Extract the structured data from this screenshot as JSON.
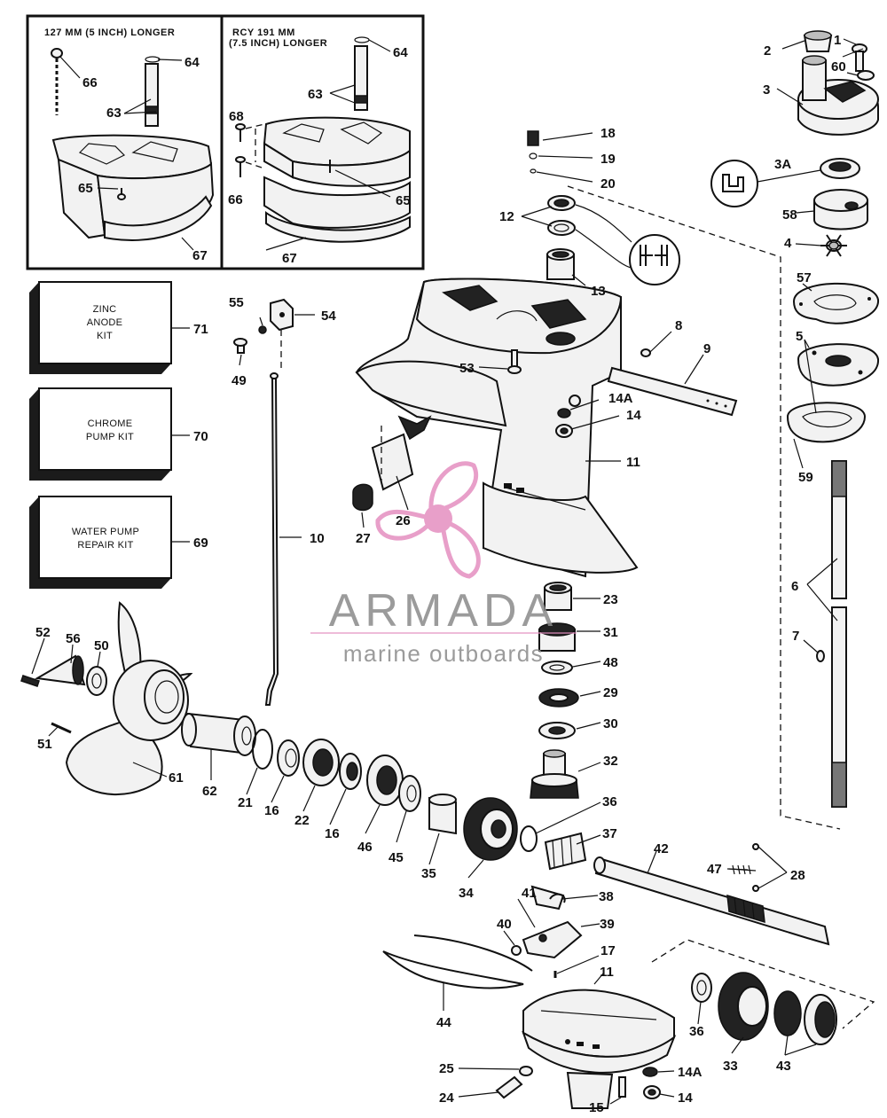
{
  "inset_left": {
    "header": "127 MM (5 INCH) LONGER"
  },
  "inset_right": {
    "header_line1": "RCY 191 MM",
    "header_line2": "(7.5 INCH) LONGER"
  },
  "kits": [
    {
      "line1": "ZINC",
      "line2": "ANODE",
      "line3": "KIT",
      "number": "71"
    },
    {
      "line1": "CHROME",
      "line2": "PUMP KIT",
      "number": "70"
    },
    {
      "line1": "WATER PUMP",
      "line2": "REPAIR KIT",
      "number": "69"
    }
  ],
  "watermark": {
    "brand": "ARMADA",
    "tagline": "marine outboards",
    "brand_color": "#e48fc0"
  },
  "callouts": {
    "c66a": "66",
    "c64a": "64",
    "c63a": "63",
    "c65a": "65",
    "c67a": "67",
    "c64b": "64",
    "c63b": "63",
    "c68": "68",
    "c66b": "66",
    "c65b": "65",
    "c67b": "67",
    "c1": "1",
    "c2": "2",
    "c60": "60",
    "c3": "3",
    "c3A": "3A",
    "c58": "58",
    "c4": "4",
    "c57": "57",
    "c5": "5",
    "c59": "59",
    "c6": "6",
    "c7": "7",
    "c18": "18",
    "c19": "19",
    "c20": "20",
    "c12": "12",
    "c13": "13",
    "c8": "8",
    "c9": "9",
    "c53": "53",
    "c14A": "14A",
    "c14": "14",
    "c11": "11",
    "c55": "55",
    "c54": "54",
    "c49": "49",
    "c10": "10",
    "c26": "26",
    "c27": "27",
    "c23": "23",
    "c31": "31",
    "c48": "48",
    "c29": "29",
    "c30": "30",
    "c32": "32",
    "c52": "52",
    "c56": "56",
    "c50": "50",
    "c51": "51",
    "c61": "61",
    "c62": "62",
    "c21": "21",
    "c16a": "16",
    "c22": "22",
    "c16b": "16",
    "c46": "46",
    "c45": "45",
    "c35": "35",
    "c34": "34",
    "c36a": "36",
    "c37": "37",
    "c42": "42",
    "c47": "47",
    "c28": "28",
    "c38": "38",
    "c41": "41",
    "c40": "40",
    "c39": "39",
    "c17": "17",
    "c11b": "11",
    "c44": "44",
    "c36b": "36",
    "c33": "33",
    "c43": "43",
    "c25": "25",
    "c24": "24",
    "c15": "15",
    "c14Ab": "14A",
    "c14b": "14"
  }
}
